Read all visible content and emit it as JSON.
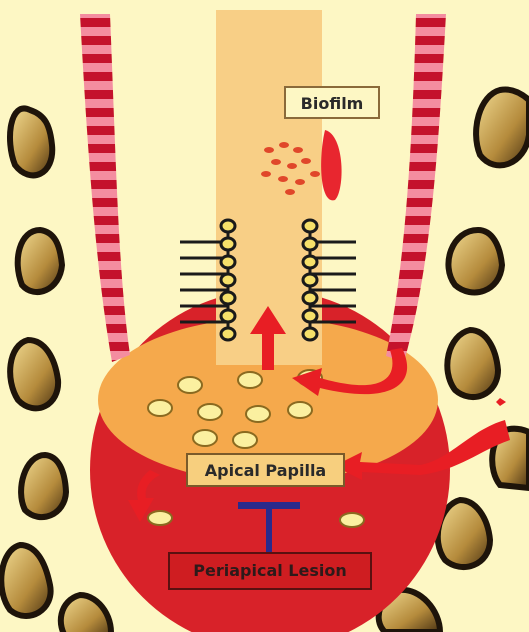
{
  "labels": {
    "biofilm": "Biofilm",
    "apical_papilla": "Apical Papilla",
    "periapical_lesion": "Periapical Lesion"
  },
  "colors": {
    "background": "#fdf7c4",
    "bone_dark": "#2a1e10",
    "bone_light": "#e6c47a",
    "canal": "#f8cf86",
    "lesion_red": "#d82229",
    "papilla_orange": "#f5a94c",
    "cell_yellow": "#f6e06a",
    "stripe_red": "#c4122c",
    "stripe_pink": "#f48da0",
    "inhibition_blue": "#2a2a8c"
  },
  "icons": [
    "inhibition-t-icon",
    "arrow-up-icon",
    "arrow-curved-icon"
  ]
}
